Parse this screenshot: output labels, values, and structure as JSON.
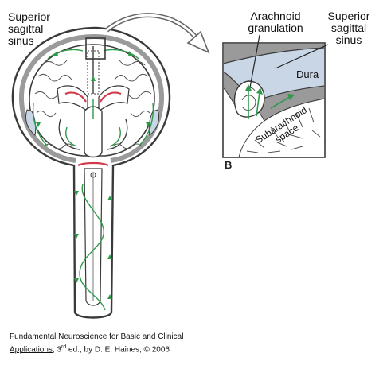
{
  "labels": {
    "superior_sagittal_sinus_left": [
      "Superior",
      "sagittal",
      "sinus"
    ],
    "arachnoid_granulation": [
      "Arachnoid",
      "granulation"
    ],
    "superior_sagittal_sinus_right": [
      "Superior",
      "sagittal",
      "sinus"
    ],
    "dura": "Dura",
    "subarachnoid_space": [
      "Subarachnoid",
      "space"
    ],
    "panel_b": "B"
  },
  "citation": {
    "line1": "Fundamental Neuroscience for Basic and Clinical",
    "line2_underlined": "Applications",
    "line2_rest_before_sup": ", 3",
    "superscript": "rd",
    "line2_rest_after_sup": " ed., by D. E. Haines, © 2006"
  },
  "colors": {
    "outline": "#3a3a3a",
    "gray_fill": "#9a9a9a",
    "light_blue_fill": "#c9d6e6",
    "csf_arrow_green": "#2e9a4a",
    "choroid_red": "#d23a4a",
    "brain_fill": "#ffffff"
  }
}
